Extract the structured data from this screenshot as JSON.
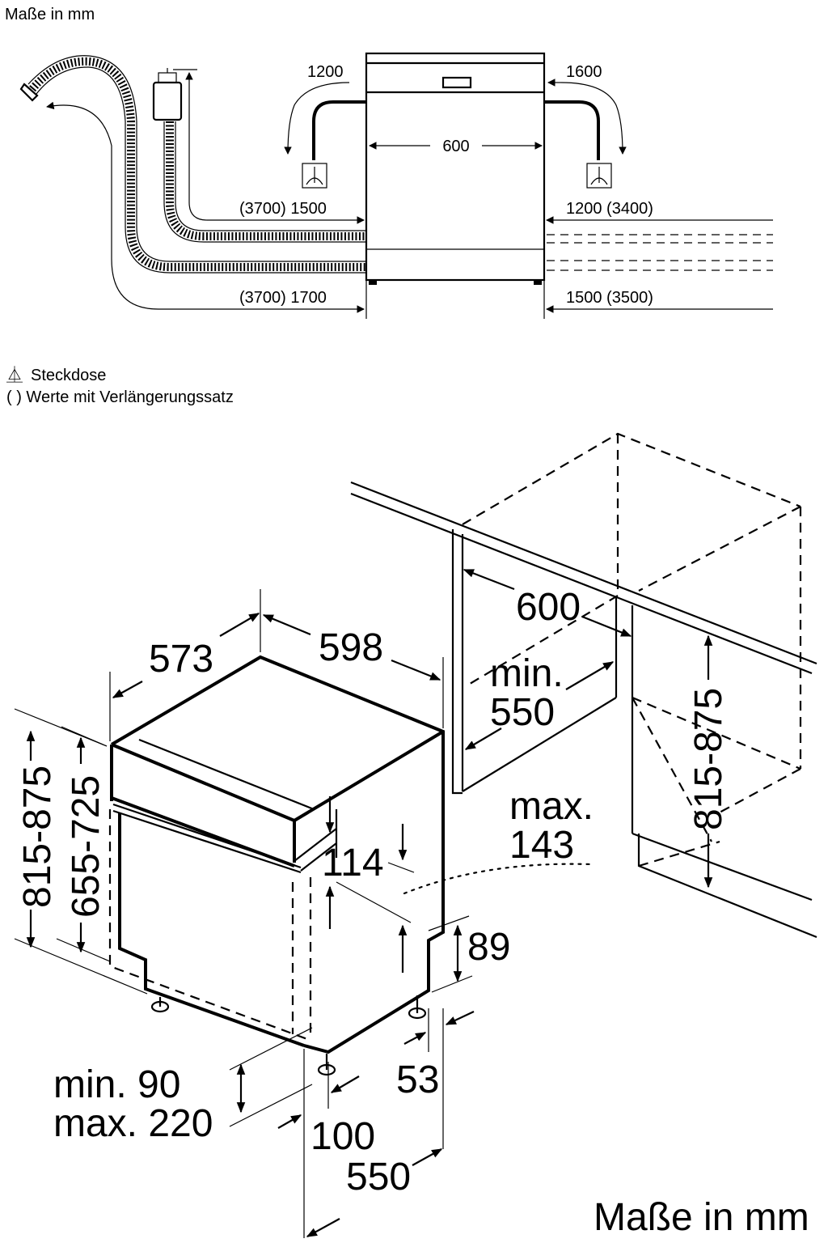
{
  "top_diagram": {
    "units_label": "Maße in mm",
    "dims": {
      "width": "600",
      "cable_left": "1200",
      "cable_right": "1600",
      "drain_hose_left": "(3700) 1500",
      "inlet_hose_left": "(3700) 1700",
      "drain_hose_right": "1200 (3400)",
      "inlet_hose_right": "1500 (3500)"
    },
    "legend": {
      "socket_symbol": "⏅",
      "socket_label": "Steckdose",
      "extension_label": "( ) Werte mit Verlängerungssatz"
    }
  },
  "bottom_diagram": {
    "units_label": "Maße in mm",
    "dims": {
      "depth_top": "573",
      "width_top": "598",
      "niche_width": "600",
      "niche_min_depth_1": "min.",
      "niche_min_depth_2": "550",
      "niche_height": "815-875",
      "height_left": "815-875",
      "door_height": "655-725",
      "panel_drop": "114",
      "vent_1": "max.",
      "vent_2": "143",
      "plinth_recess": "89",
      "plinth_offset": "53",
      "plinth_min": "min. 90",
      "plinth_max": "max. 220",
      "door_gap": "100",
      "depth_bottom": "550"
    }
  }
}
